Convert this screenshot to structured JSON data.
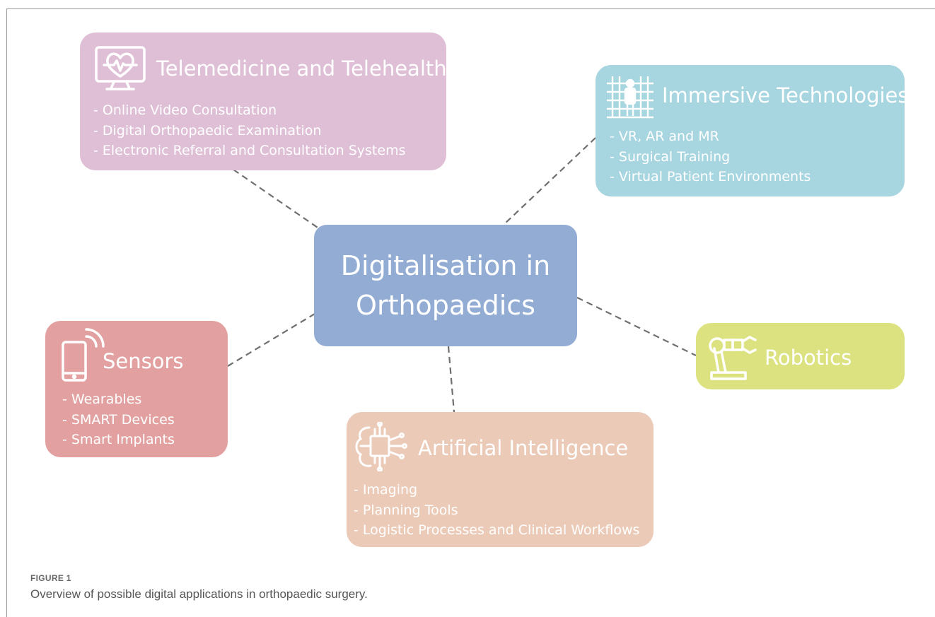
{
  "center": {
    "line1": "Digitalisation in",
    "line2": "Orthopaedics"
  },
  "telemedicine": {
    "icon": "heart-monitor-icon",
    "title": "Telemedicine and Telehealth",
    "items": [
      "- Online Video Consultation",
      "- Digital Orthopaedic Examination",
      "- Electronic Referral and Consultation Systems"
    ]
  },
  "immersive": {
    "icon": "vr-person-grid-icon",
    "title": "Immersive Technologies",
    "items": [
      "- VR, AR and MR",
      "- Surgical Training",
      "- Virtual Patient Environments"
    ]
  },
  "sensors": {
    "icon": "smartphone-signal-icon",
    "title": "Sensors",
    "items": [
      "- Wearables",
      "- SMART Devices",
      "- Smart Implants"
    ]
  },
  "robotics": {
    "icon": "robot-arm-icon",
    "title": "Robotics"
  },
  "ai": {
    "icon": "ai-chip-brain-icon",
    "title": "Artificial Intelligence",
    "items": [
      "- Imaging",
      "- Planning Tools",
      "- Logistic Processes and Clinical Workflows"
    ]
  },
  "caption": {
    "label": "FIGURE 1",
    "text": "Overview of possible digital applications in orthopaedic surgery."
  },
  "colors": {
    "center": "#92acd4",
    "telemedicine": "#dfbfd6",
    "immersive": "#a7d5e0",
    "sensors": "#e2a1a0",
    "robotics": "#dde281",
    "ai": "#ebcab8",
    "connector": "#6f6f6f"
  }
}
